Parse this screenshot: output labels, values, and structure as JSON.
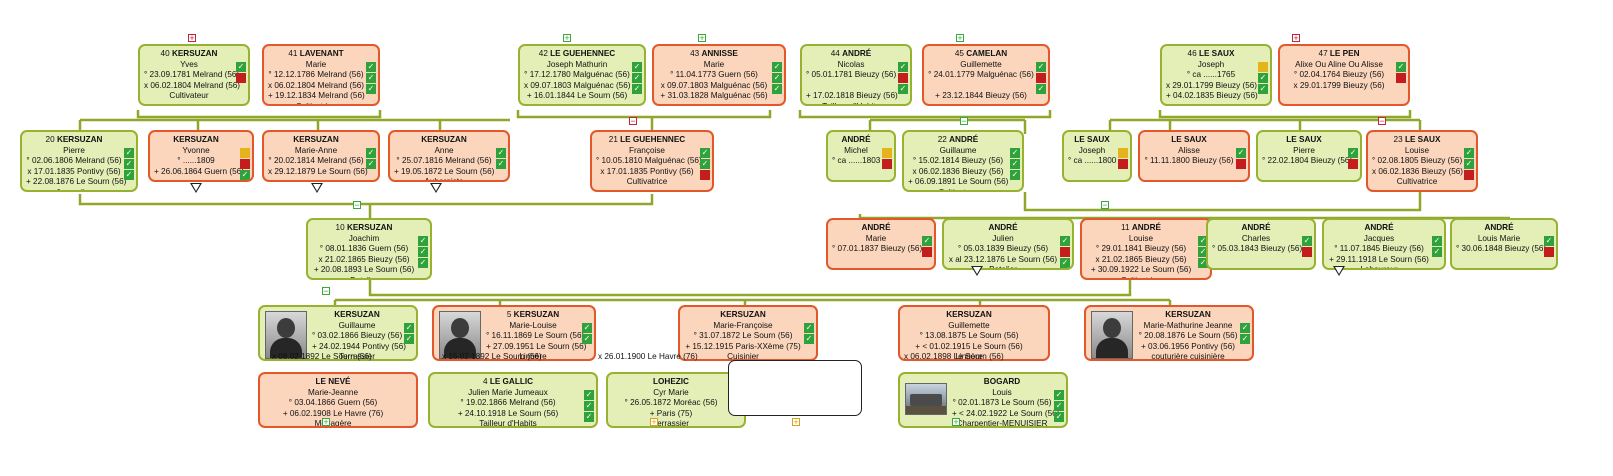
{
  "people": [
    {
      "id": "p40",
      "sosa": "40",
      "surname": "KERSUZAN",
      "given": "Yves",
      "sex": "m",
      "lines": [
        "° 23.09.1781 Melrand (56)",
        "x 06.02.1804 Melrand (56)"
      ],
      "occupation": "Cultivateur",
      "marks": [
        "g",
        "r"
      ]
    },
    {
      "id": "p41",
      "sosa": "41",
      "surname": "LAVENANT",
      "given": "Marie",
      "sex": "f",
      "lines": [
        "° 12.12.1786 Melrand (56)",
        "x 06.02.1804 Melrand (56)",
        "+ 19.12.1834 Melrand (56)"
      ],
      "occupation": "Cultivatrice",
      "marks": [
        "g",
        "g",
        "g"
      ]
    },
    {
      "id": "p42",
      "sosa": "42",
      "surname": "LE GUEHENNEC",
      "given": "Joseph Mathurin",
      "sex": "m",
      "lines": [
        "° 17.12.1780 Malguénac (56)",
        "x 09.07.1803 Malguénac (56)",
        "+ 16.01.1844 Le Sourn (56)"
      ],
      "occupation": "",
      "marks": [
        "g",
        "g",
        "g"
      ]
    },
    {
      "id": "p43",
      "sosa": "43",
      "surname": "ANNISSE",
      "given": "Marie",
      "sex": "f",
      "lines": [
        "° 11.04.1773 Guern (56)",
        "x 09.07.1803 Malguénac (56)",
        "+ 31.03.1828 Malguénac (56)"
      ],
      "occupation": "",
      "marks": [
        "g",
        "g",
        "g"
      ]
    },
    {
      "id": "p44",
      "sosa": "44",
      "surname": "ANDRÉ",
      "given": "Nicolas",
      "sex": "m",
      "lines": [
        "° 05.01.1781 Bieuzy (56)",
        "",
        "+ 17.02.1818 Bieuzy (56)"
      ],
      "occupation": "Tailleur d'Habits",
      "marks": [
        "g",
        "r",
        "g"
      ]
    },
    {
      "id": "p45",
      "sosa": "45",
      "surname": "CAMELAN",
      "given": "Guillemette",
      "sex": "f",
      "lines": [
        "° 24.01.1779 Malguénac (56)",
        "",
        "+ 23.12.1844 Bieuzy (56)"
      ],
      "occupation": "",
      "marks": [
        "g",
        "r",
        "g"
      ]
    },
    {
      "id": "p46",
      "sosa": "46",
      "surname": "LE SAUX",
      "given": "Joseph",
      "sex": "m",
      "lines": [
        "° ca ......1765",
        "x 29.01.1799 Bieuzy (56)",
        "+ 04.02.1835 Bieuzy (56)"
      ],
      "occupation": "",
      "marks": [
        "y",
        "g",
        "g"
      ]
    },
    {
      "id": "p47",
      "sosa": "47",
      "surname": "LE PEN",
      "given": "Alixe Ou Aline Ou Alisse",
      "sex": "f",
      "lines": [
        "° 02.04.1764 Bieuzy (56)",
        "x 29.01.1799 Bieuzy (56)"
      ],
      "occupation": "",
      "marks": [
        "g",
        "r"
      ]
    },
    {
      "id": "p20",
      "sosa": "20",
      "surname": "KERSUZAN",
      "given": "Pierre",
      "sex": "m",
      "lines": [
        "° 02.06.1806 Melrand (56)",
        "x 17.01.1835 Pontivy (56)",
        "+ 22.08.1876 Le Sourn (56)"
      ],
      "occupation": "Journalier",
      "marks": [
        "g",
        "g",
        "g"
      ]
    },
    {
      "id": "pky",
      "sosa": "",
      "surname": "KERSUZAN",
      "given": "Yvonne",
      "sex": "f",
      "lines": [
        "° ......1809",
        "+ 26.06.1864 Guern (56)"
      ],
      "occupation": "",
      "marks": [
        "y",
        "r",
        "g"
      ]
    },
    {
      "id": "pkm",
      "sosa": "",
      "surname": "KERSUZAN",
      "given": "Marie-Anne",
      "sex": "f",
      "lines": [
        "° 20.02.1814 Melrand (56)",
        "x 29.12.1879 Le Sourn (56)"
      ],
      "occupation": "",
      "marks": [
        "g",
        "g"
      ]
    },
    {
      "id": "pka",
      "sosa": "",
      "surname": "KERSUZAN",
      "given": "Anne",
      "sex": "f",
      "lines": [
        "° 25.07.1816 Melrand (56)",
        "+ 19.05.1872 Le Sourn (56)"
      ],
      "occupation": "Aubergiste",
      "marks": [
        "g",
        "g"
      ]
    },
    {
      "id": "p21",
      "sosa": "21",
      "surname": "LE GUEHENNEC",
      "given": "Françoise",
      "sex": "f",
      "lines": [
        "° 10.05.1810 Malguénac (56)",
        "x 17.01.1835 Pontivy (56)"
      ],
      "occupation": "Cultivatrice",
      "marks": [
        "g",
        "g",
        "r"
      ]
    },
    {
      "id": "pam",
      "sosa": "",
      "surname": "ANDRÉ",
      "given": "Michel",
      "sex": "m",
      "lines": [
        "° ca ......1803"
      ],
      "occupation": "",
      "marks": [
        "y",
        "r"
      ]
    },
    {
      "id": "p22",
      "sosa": "22",
      "surname": "ANDRÉ",
      "given": "Guillaume",
      "sex": "m",
      "lines": [
        "° 15.02.1814 Bieuzy (56)",
        "x 06.02.1836 Bieuzy (56)",
        "+ 06.09.1891 Le Sourn (56)"
      ],
      "occupation": "Cultivateur",
      "marks": [
        "g",
        "g",
        "g"
      ]
    },
    {
      "id": "psj",
      "sosa": "",
      "surname": "LE SAUX",
      "given": "Joseph",
      "sex": "m",
      "lines": [
        "° ca ......1800"
      ],
      "occupation": "",
      "marks": [
        "y",
        "r"
      ]
    },
    {
      "id": "psa",
      "sosa": "",
      "surname": "LE SAUX",
      "given": "Alisse",
      "sex": "f",
      "lines": [
        "° 11.11.1800 Bieuzy (56)"
      ],
      "occupation": "",
      "marks": [
        "g",
        "r"
      ]
    },
    {
      "id": "psp",
      "sosa": "",
      "surname": "LE SAUX",
      "given": "Pierre",
      "sex": "m",
      "lines": [
        "° 22.02.1804 Bieuzy (56)"
      ],
      "occupation": "",
      "marks": [
        "g",
        "r"
      ]
    },
    {
      "id": "p23",
      "sosa": "23",
      "surname": "LE SAUX",
      "given": "Louise",
      "sex": "f",
      "lines": [
        "° 02.08.1805 Bieuzy (56)",
        "x 06.02.1836 Bieuzy (56)"
      ],
      "occupation": "Cultivatrice",
      "marks": [
        "g",
        "g",
        "r"
      ]
    },
    {
      "id": "p10",
      "sosa": "10",
      "surname": "KERSUZAN",
      "given": "Joachim",
      "sex": "m",
      "lines": [
        "° 08.01.1836 Guern (56)",
        "x 21.02.1865 Bieuzy (56)",
        "+ 20.08.1893 Le Sourn (56)"
      ],
      "occupation": "Batelier",
      "marks": [
        "g",
        "g",
        "g"
      ]
    },
    {
      "id": "pnm",
      "sosa": "",
      "surname": "ANDRÉ",
      "given": "Marie",
      "sex": "f",
      "lines": [
        "° 07.01.1837 Bieuzy (56)"
      ],
      "occupation": "",
      "marks": [
        "g",
        "r"
      ]
    },
    {
      "id": "pnj",
      "sosa": "",
      "surname": "ANDRÉ",
      "given": "Julien",
      "sex": "m",
      "lines": [
        "° 05.03.1839 Bieuzy (56)",
        "x al 23.12.1876 Le Sourn (56)"
      ],
      "occupation": "Batelier",
      "marks": [
        "g",
        "r",
        "g"
      ]
    },
    {
      "id": "p11",
      "sosa": "11",
      "surname": "ANDRÉ",
      "given": "Louise",
      "sex": "f",
      "lines": [
        "° 29.01.1841 Bieuzy (56)",
        "x 21.02.1865 Bieuzy (56)",
        "+ 30.09.1922 Le Sourn (56)"
      ],
      "occupation": "Cultivatrice",
      "marks": [
        "g",
        "g",
        "g"
      ]
    },
    {
      "id": "pnc",
      "sosa": "",
      "surname": "ANDRÉ",
      "given": "Charles",
      "sex": "m",
      "lines": [
        "° 05.03.1843 Bieuzy (56)"
      ],
      "occupation": "",
      "marks": [
        "g",
        "r"
      ]
    },
    {
      "id": "pnq",
      "sosa": "",
      "surname": "ANDRÉ",
      "given": "Jacques",
      "sex": "m",
      "lines": [
        "° 11.07.1845 Bieuzy (56)",
        "+ 29.11.1918 Le Sourn (56)"
      ],
      "occupation": "Laboureur",
      "marks": [
        "g",
        "g"
      ]
    },
    {
      "id": "pnl",
      "sosa": "",
      "surname": "ANDRÉ",
      "given": "Louis Marie",
      "sex": "m",
      "lines": [
        "° 30.06.1848 Bieuzy (56)"
      ],
      "occupation": "",
      "marks": [
        "g",
        "r"
      ]
    },
    {
      "id": "pcg",
      "sosa": "",
      "surname": "KERSUZAN",
      "given": "Guillaume",
      "sex": "m",
      "lines": [
        "° 03.02.1866 Bieuzy (56)",
        "+ 24.02.1944 Pontivy (56)"
      ],
      "occupation": "Terrassier",
      "marks": [
        "g",
        "g"
      ]
    },
    {
      "id": "p5",
      "sosa": "5",
      "surname": "KERSUZAN",
      "given": "Marie-Louise",
      "sex": "f",
      "lines": [
        "° 16.11.1869 Le Sourn (56)",
        "+ 27.09.1951 Le Sourn (56)"
      ],
      "occupation": "Lingère",
      "marks": [
        "g",
        "g"
      ]
    },
    {
      "id": "pcf",
      "sosa": "",
      "surname": "KERSUZAN",
      "given": "Marie-Françoise",
      "sex": "f",
      "lines": [
        "° 31.07.1872 Le Sourn (56)",
        "+ 15.12.1915 Paris-XXème (75)"
      ],
      "occupation": "Cuisinier",
      "marks": [
        "g",
        "g"
      ]
    },
    {
      "id": "pcm",
      "sosa": "",
      "surname": "KERSUZAN",
      "given": "Guillemette",
      "sex": "f",
      "lines": [
        "° 13.08.1875 Le Sourn (56)",
        "+ < 01.02.1915 Le Sourn (56)"
      ],
      "occupation": "Lingère",
      "marks": []
    },
    {
      "id": "pcj",
      "sosa": "",
      "surname": "KERSUZAN",
      "given": "Marie-Mathurine Jeanne",
      "sex": "f",
      "lines": [
        "° 20.08.1876 Le Sourn (56)",
        "+ 03.06.1956 Pontivy (56)"
      ],
      "occupation": "couturière  cuisinière",
      "marks": [
        "g",
        "g"
      ]
    },
    {
      "id": "psn",
      "sosa": "",
      "surname": "LE NEVÉ",
      "given": "Marie-Jeanne",
      "sex": "f",
      "lines": [
        "° 03.04.1866 Guern (56)",
        "+ 06.02.1908 Le Havre (76)"
      ],
      "occupation": "Ménagère",
      "marks": []
    },
    {
      "id": "p4",
      "sosa": "4",
      "surname": "LE GALLIC",
      "given": "Julien Marie Jumeaux",
      "sex": "m",
      "lines": [
        "° 19.02.1866 Melrand (56)",
        "+ 24.10.1918 Le Sourn (56)"
      ],
      "occupation": "Tailleur d'Habits",
      "marks": [
        "g",
        "g",
        "g"
      ]
    },
    {
      "id": "psl",
      "sosa": "",
      "surname": "LOHEZIC",
      "given": "Cyr Marie",
      "sex": "m",
      "lines": [
        "° 26.05.1872 Moréac (56)",
        "+ Paris (75)"
      ],
      "occupation": "Terrassier",
      "marks": [
        "g",
        "y"
      ]
    },
    {
      "id": "psb",
      "sosa": "",
      "surname": "BOGARD",
      "given": "Louis",
      "sex": "m",
      "lines": [
        "° 02.01.1873 Le Sourn (56)",
        "+ < 24.02.1922 Le Sourn (56)"
      ],
      "occupation": "Charpentier-MENUISIER",
      "marks": [
        "g",
        "g",
        "g"
      ]
    }
  ],
  "marriages": [
    {
      "id": "mx1",
      "text": "x 08.02.1892 Le Sourn (56)"
    },
    {
      "id": "mx2",
      "text": "x 15.02.1892 Le Sourn (56)"
    },
    {
      "id": "mx3",
      "text": "x 26.01.1900 Le Havre (76)"
    },
    {
      "id": "mx4",
      "text": "x 06.02.1898 Le Sourn (56)"
    }
  ],
  "expanders": [
    {
      "id": "e40",
      "symbol": "+",
      "color": "r"
    },
    {
      "id": "e42",
      "symbol": "+",
      "color": "g"
    },
    {
      "id": "e43",
      "symbol": "+",
      "color": "g"
    },
    {
      "id": "e45",
      "symbol": "+",
      "color": "g"
    },
    {
      "id": "e47",
      "symbol": "+",
      "color": "r"
    },
    {
      "id": "e21",
      "symbol": "−",
      "color": "r"
    },
    {
      "id": "e22",
      "symbol": "−",
      "color": "g"
    },
    {
      "id": "e23",
      "symbol": "−",
      "color": "r"
    },
    {
      "id": "e10",
      "symbol": "−",
      "color": "g"
    },
    {
      "id": "e11",
      "symbol": "−",
      "color": "g"
    },
    {
      "id": "ec",
      "symbol": "−",
      "color": "g"
    },
    {
      "id": "eb1",
      "symbol": "+",
      "color": "g"
    },
    {
      "id": "eb2",
      "symbol": "+",
      "color": "y"
    },
    {
      "id": "eb3",
      "symbol": "+",
      "color": "y"
    },
    {
      "id": "eb4",
      "symbol": "+",
      "color": "g"
    }
  ],
  "colors": {
    "male_bg": "#e3efb7",
    "male_border": "#97b230",
    "female_bg": "#fbd6bd",
    "female_border": "#e2582a",
    "connector": "#8fa72a",
    "mark_green": "#30a23c",
    "mark_red": "#c31d1d",
    "mark_yellow": "#e5b41d"
  },
  "icons": {
    "mark_green": "check-icon",
    "mark_red": "missing-icon",
    "mark_yellow": "uncertain-icon",
    "collapsed": "down-triangle-icon",
    "photo": "portrait-photo-icon"
  }
}
